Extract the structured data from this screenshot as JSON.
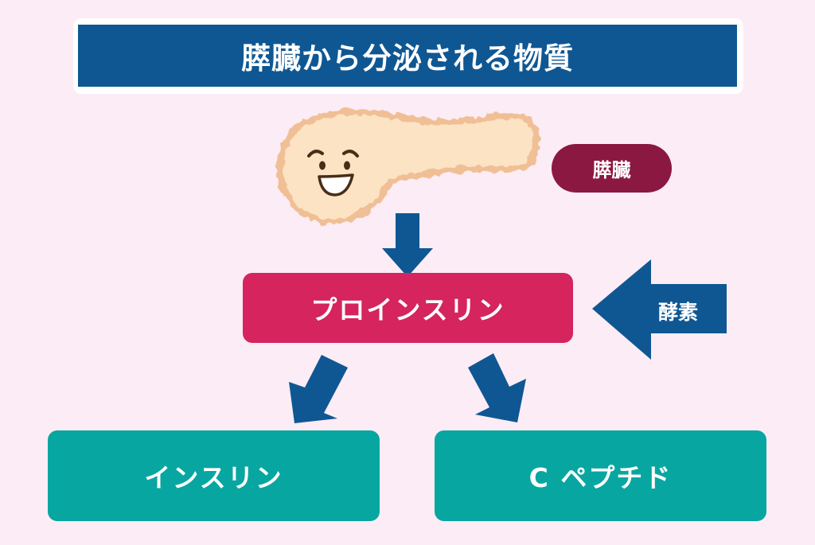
{
  "title": "膵臓から分泌される物質",
  "organ_label": "膵臓",
  "nodes": {
    "proinsulin": "プロインスリン",
    "insulin": "インスリン",
    "c_peptide": "C ペプチド"
  },
  "enzyme_label": "酵素",
  "colors": {
    "background": "#fcecf5",
    "title_bar": "#0f5793",
    "organ_pill": "#8b1840",
    "proinsulin_box": "#d5245e",
    "product_box": "#08a6a1",
    "arrow": "#0f5793",
    "pancreas_fill": "#fbe3c3",
    "pancreas_outline": "#f0bf95"
  }
}
